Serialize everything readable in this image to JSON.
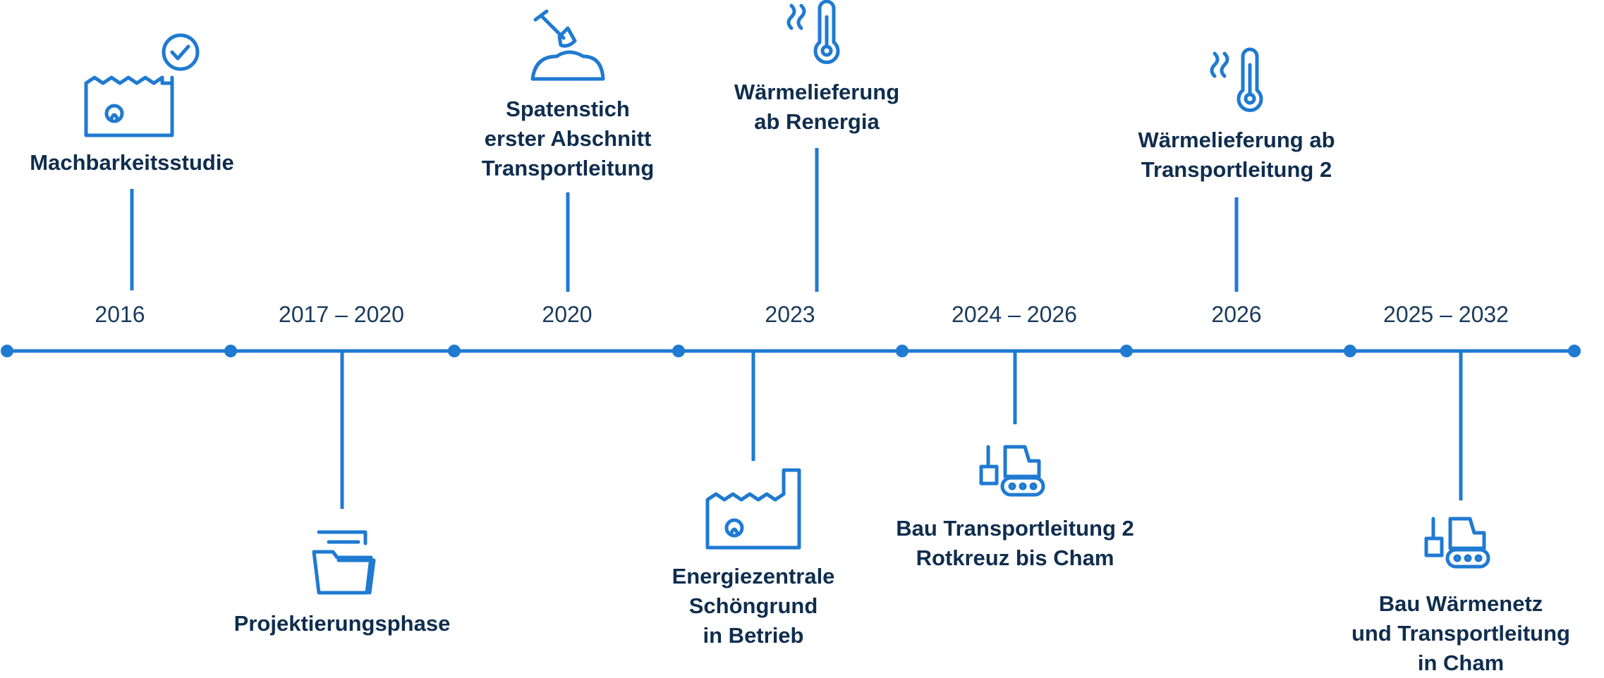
{
  "colors": {
    "line": "#1f7ad1",
    "icon": "#1f7ad1",
    "text": "#0f2d4e",
    "year_text": "#1a3a5c"
  },
  "events": [
    {
      "year": "2016",
      "label": "Machbarkeitsstudie",
      "icon": "factory-check-icon",
      "side": "top"
    },
    {
      "year": "2017 – 2020",
      "label": "Projektierungsphase",
      "icon": "folder-icon",
      "side": "bottom"
    },
    {
      "year": "2020",
      "label": "Spatenstich\nerster Abschnitt\nTransportleitung",
      "icon": "shovel-icon",
      "side": "top"
    },
    {
      "year": "2023",
      "label": "Wärmelieferung\nab Renergia",
      "icon": "thermometer-icon",
      "side": "top"
    },
    {
      "year": "",
      "label": "Energiezentrale\nSchöngrund\nin Betrieb",
      "icon": "factory-icon",
      "side": "bottom"
    },
    {
      "year": "2024 – 2026",
      "label": "Bau Transportleitung 2\nRotkreuz bis Cham",
      "icon": "bulldozer-icon",
      "side": "bottom"
    },
    {
      "year": "2026",
      "label": "Wärmelieferung ab\nTransportleitung 2",
      "icon": "thermometer-icon",
      "side": "top"
    },
    {
      "year": "2025 – 2032",
      "label": "Bau Wärmenetz\nund Transportleitung\nin Cham",
      "icon": "bulldozer-icon",
      "side": "bottom"
    }
  ]
}
